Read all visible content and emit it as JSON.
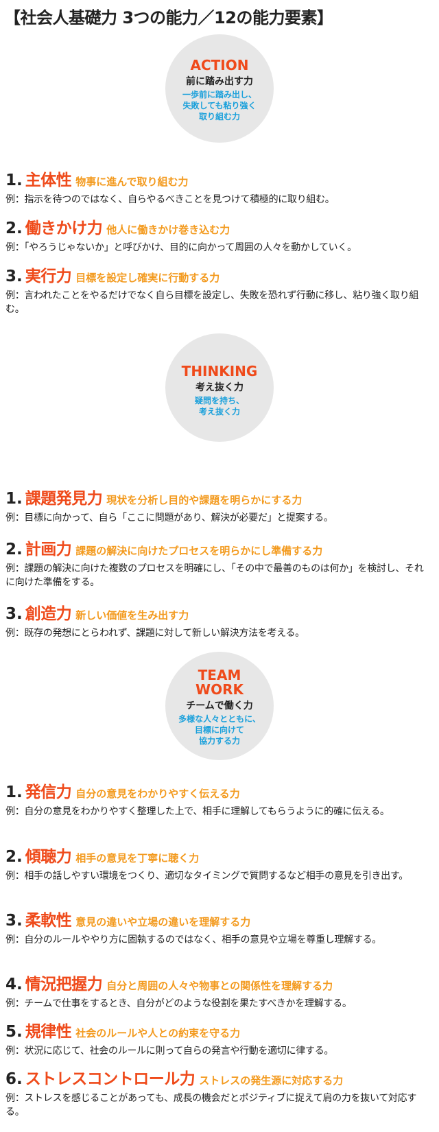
{
  "title": "【社会人基礎力 3つの能力／12の能力要素】",
  "sections": [
    {
      "en": "ACTION",
      "jp": "前に踏み出す力",
      "desc": "一歩前に踏み出し、\n失敗しても粘り強く\n取り組む力",
      "items": [
        {
          "num": "1.",
          "name": "主体性",
          "tag": "物事に進んで取り組む力",
          "example": "例：指示を待つのではなく、自らやるべきことを見つけて積極的に取り組む。"
        },
        {
          "num": "2.",
          "name": "働きかけ力",
          "tag": "他人に働きかけ巻き込む力",
          "example": "例：「やろうじゃないか」と呼びかけ、目的に向かって周囲の人々を動かしていく。"
        },
        {
          "num": "3.",
          "name": "実行力",
          "tag": "目標を設定し確実に行動する力",
          "example": "例：言われたことをやるだけでなく自ら目標を設定し、失敗を恐れず行動に移し、粘り強く取り組む。"
        }
      ]
    },
    {
      "en": "THINKING",
      "jp": "考え抜く力",
      "desc": "疑問を持ち、\n考え抜く力",
      "items": [
        {
          "num": "1.",
          "name": "課題発見力",
          "tag": "現状を分析し目的や課題を明らかにする力",
          "example": "例：目標に向かって、自ら「ここに問題があり、解決が必要だ」と提案する。"
        },
        {
          "num": "2.",
          "name": "計画力",
          "tag": "課題の解決に向けたプロセスを明らかにし準備する力",
          "example": "例：課題の解決に向けた複数のプロセスを明確にし、「その中で最善のものは何か」を検討し、それに向けた準備をする。"
        },
        {
          "num": "3.",
          "name": "創造力",
          "tag": "新しい価値を生み出す力",
          "example": "例：既存の発想にとらわれず、課題に対して新しい解決方法を考える。"
        }
      ]
    },
    {
      "en": "TEAM\nWORK",
      "jp": "チームで働く力",
      "desc": "多様な人々とともに、\n目標に向けて\n協力する力",
      "items": [
        {
          "num": "1.",
          "name": "発信力",
          "tag": "自分の意見をわかりやすく伝える力",
          "example": "例：自分の意見をわかりやすく整理した上で、相手に理解してもらうように的確に伝える。"
        },
        {
          "num": "2.",
          "name": "傾聴力",
          "tag": "相手の意見を丁寧に聴く力",
          "example": "例：相手の話しやすい環境をつくり、適切なタイミングで質問するなど相手の意見を引き出す。"
        },
        {
          "num": "3.",
          "name": "柔軟性",
          "tag": "意見の違いや立場の違いを理解する力",
          "example": "例：自分のルールややり方に固執するのではなく、相手の意見や立場を尊重し理解する。"
        },
        {
          "num": "4.",
          "name": "情況把握力",
          "tag": "自分と周囲の人々や物事との関係性を理解する力",
          "example": "例：チームで仕事をするとき、自分がどのような役割を果たすべきかを理解する。"
        },
        {
          "num": "5.",
          "name": "規律性",
          "tag": "社会のルールや人との約束を守る力",
          "example": "例：状況に応じて、社会のルールに則って自らの発言や行動を適切に律する。"
        },
        {
          "num": "6.",
          "name": "ストレスコントロール力",
          "tag": "ストレスの発生源に対応する力",
          "example": "例：ストレスを感じることがあっても、成長の機会だとポジティブに捉えて肩の力を抜いて対応する。"
        }
      ]
    }
  ]
}
